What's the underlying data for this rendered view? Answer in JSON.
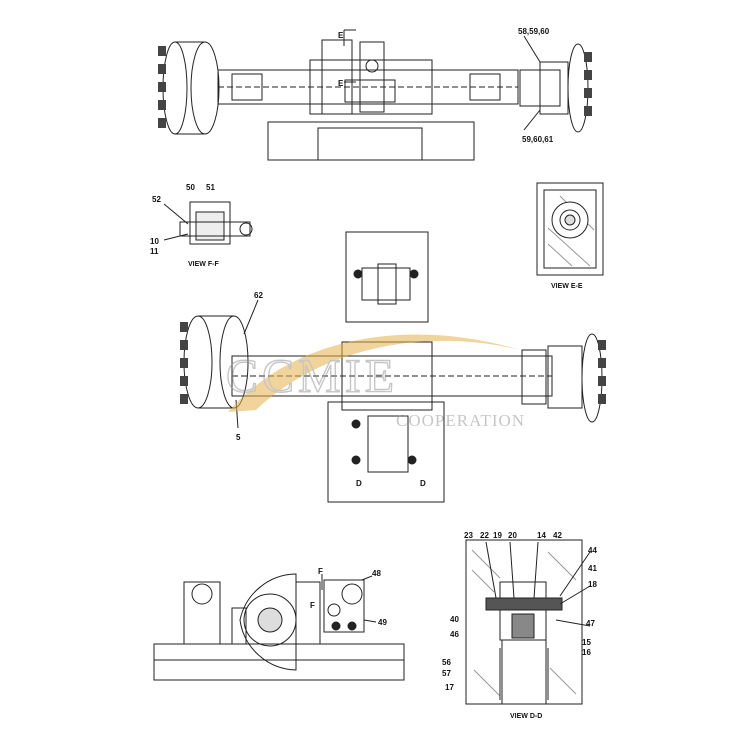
{
  "drawing": {
    "top_view": {
      "callouts": [
        "58,59,60",
        "59,60,61",
        "E",
        "E"
      ]
    },
    "view_ff": {
      "title": "VIEW F-F",
      "callouts": [
        "52",
        "50",
        "51",
        "10",
        "11"
      ]
    },
    "view_ee": {
      "title": "VIEW E-E"
    },
    "main_view": {
      "callouts": [
        "62",
        "5",
        "D",
        "D"
      ]
    },
    "side_view": {
      "callouts": [
        "48",
        "49",
        "F",
        "F"
      ]
    },
    "view_dd": {
      "title": "VIEW D-D",
      "callouts": [
        "23",
        "22",
        "19",
        "20",
        "14",
        "42",
        "44",
        "41",
        "18",
        "40",
        "46",
        "47",
        "15",
        "16",
        "56",
        "57",
        "17"
      ]
    }
  },
  "watermark": {
    "brand": "CCMIE",
    "subtitle": "COOPERATION",
    "color": "#e6b24c"
  }
}
